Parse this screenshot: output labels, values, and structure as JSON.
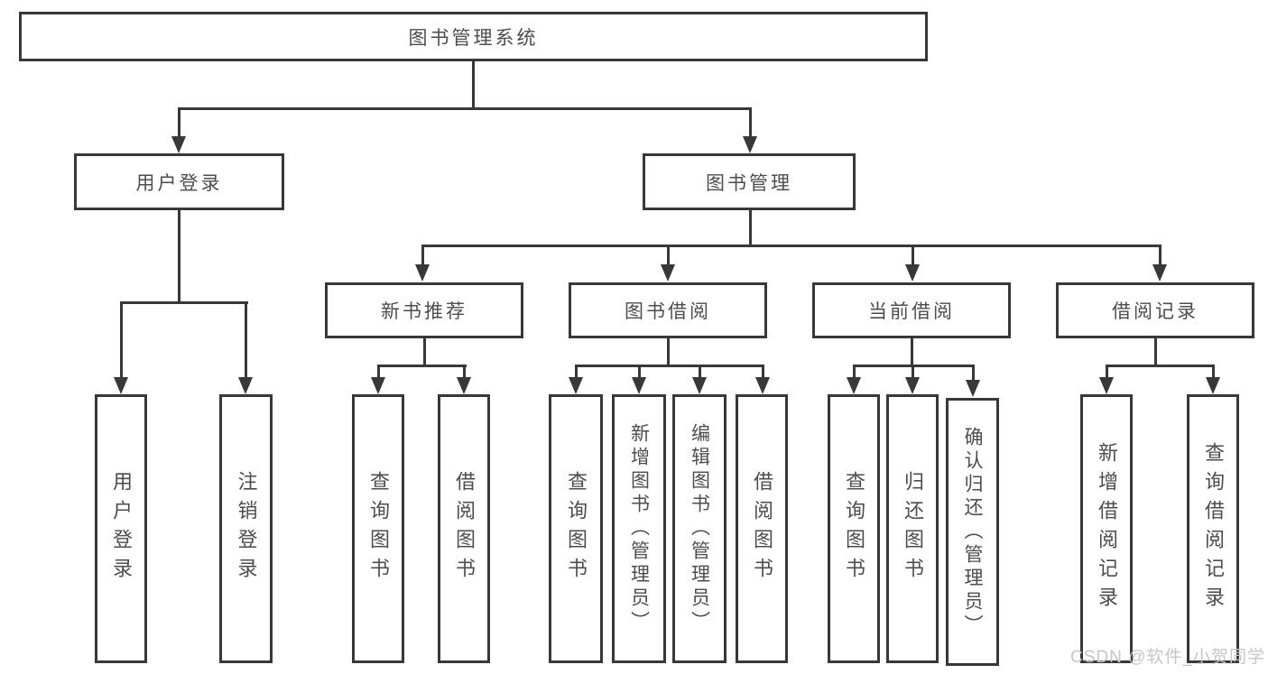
{
  "diagram": {
    "title_node": {
      "label": "图书管理系统"
    },
    "level1": [
      {
        "id": "user-login",
        "label": "用户登录"
      },
      {
        "id": "book-management",
        "label": "图书管理"
      }
    ],
    "level2": [
      {
        "id": "new-book-recommend",
        "label": "新书推荐"
      },
      {
        "id": "book-borrow",
        "label": "图书借阅"
      },
      {
        "id": "current-borrow",
        "label": "当前借阅"
      },
      {
        "id": "borrow-records",
        "label": "借阅记录"
      }
    ],
    "leaves": {
      "user_login": [
        "用户登录",
        "注销登录"
      ],
      "new_book_recommend": [
        "查询图书",
        "借阅图书"
      ],
      "book_borrow": [
        "查询图书",
        "新增图书（管理员）",
        "编辑图书（管理员）",
        "借阅图书"
      ],
      "current_borrow": [
        "查询图书",
        "归还图书",
        "确认归还（管理员）"
      ],
      "borrow_records": [
        "新增借阅记录",
        "查询借阅记录"
      ]
    }
  },
  "watermark": {
    "text": "CSDN @软件_小贺同学"
  },
  "colors": {
    "line": "#383838",
    "text": "#4d4d4d",
    "box_bg": "#ffffff",
    "watermark": "#c6c6c6"
  }
}
